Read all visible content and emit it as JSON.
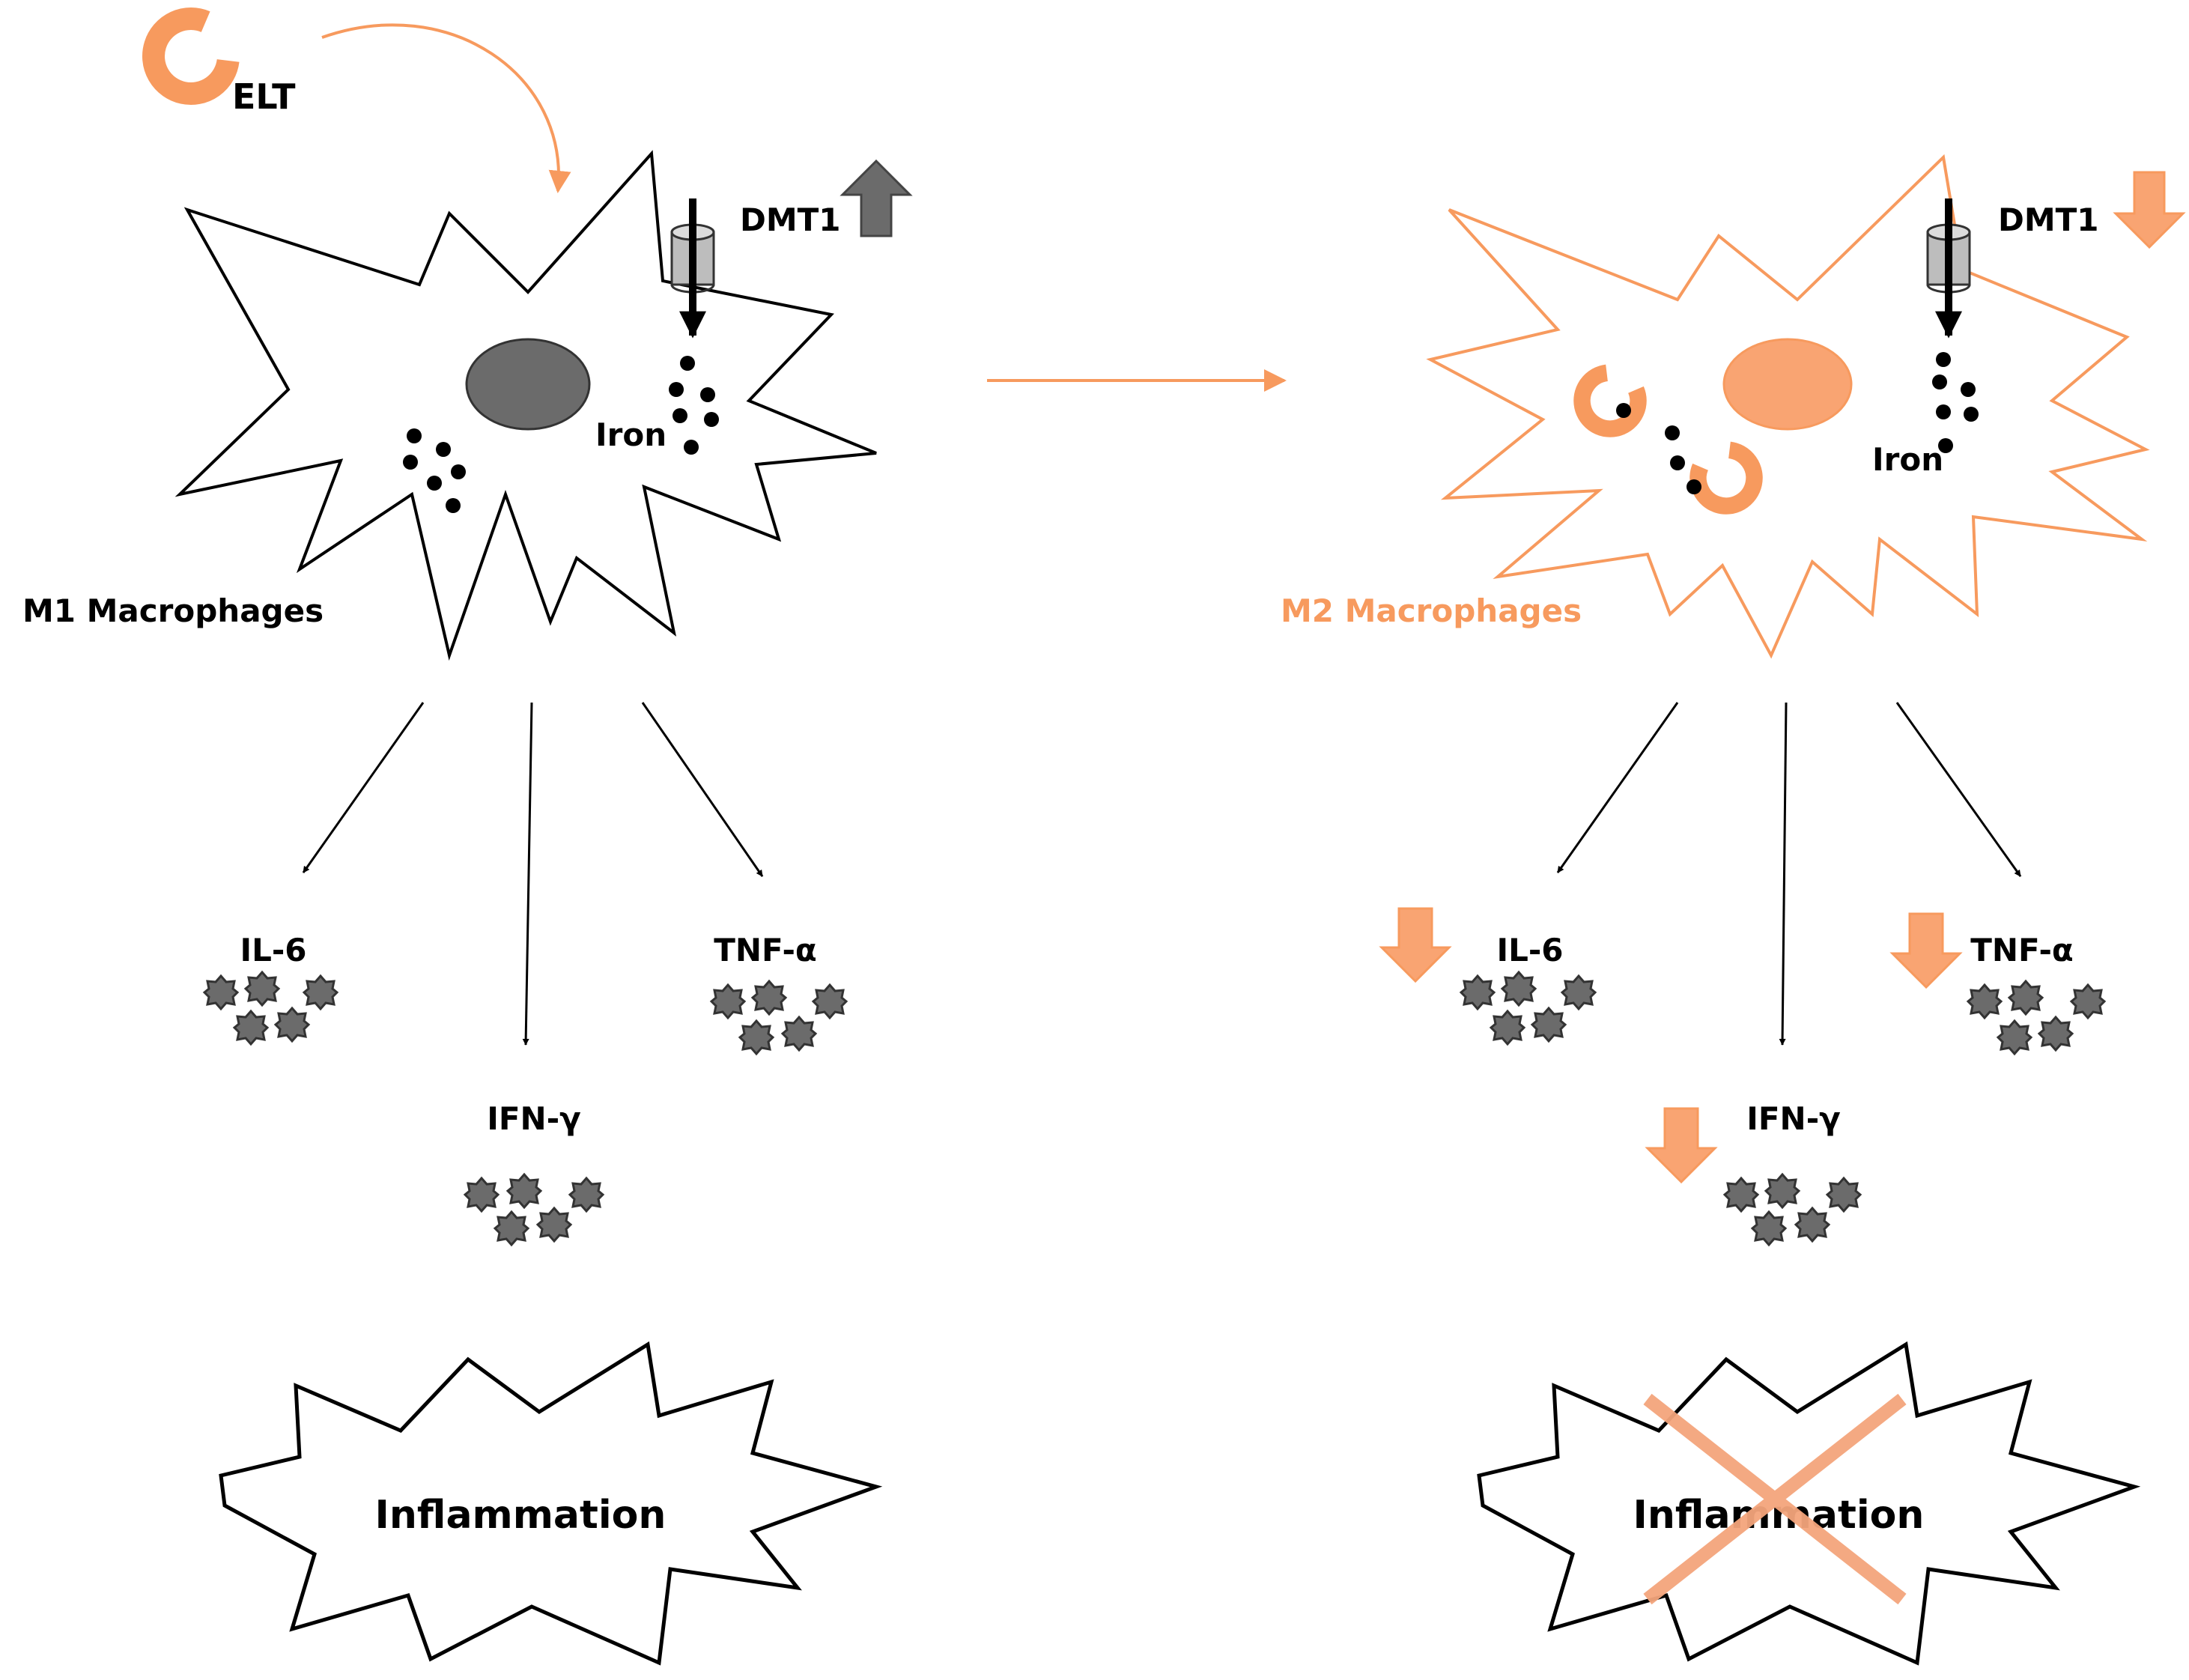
{
  "colors": {
    "accent": "#f79a5e",
    "dark": "#000000",
    "gray": "#6b6b6b",
    "cross": "#f4a57c"
  },
  "left": {
    "drug_label": "ELT",
    "transporter_label": "DMT1",
    "iron_label": "Iron",
    "cell_label": "M1 Macrophages",
    "cytokine_il6": "IL-6",
    "cytokine_tnf": "TNF-α",
    "cytokine_ifn": "IFN-γ",
    "outcome": "Inflammation"
  },
  "right": {
    "transporter_label": "DMT1",
    "iron_label": "Iron",
    "cell_label": "M2 Macrophages",
    "cytokine_il6": "IL-6",
    "cytokine_tnf": "TNF-α",
    "cytokine_ifn": "IFN-γ",
    "outcome": "Inflammation"
  }
}
